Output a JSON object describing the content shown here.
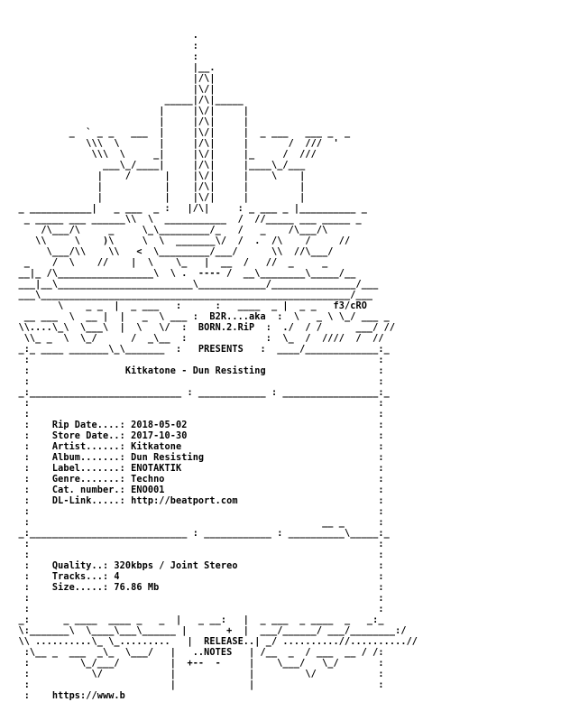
{
  "nfo": {
    "text_color": "#000000",
    "background_color": "#ffffff",
    "lines": [
      "                                 .",
      "                                 :",
      "                                 :",
      "                                 |__.",
      "                                 |/\\|",
      "                                 |\\/|",
      "                            _____|/\\|_____",
      "                           |     |\\/|     |",
      "                           |     |/\\|     |",
      "           _  ` _ _   ___  |     |\\/|     |  _ ___   ___ _  _",
      "              \\\\\\  \\       |     |/\\|     |       /  ///  '",
      "               \\\\\\  \\     _|     |\\/|     |_     /  ///",
      "                 ___\\_/____|     |/\\|     |____\\_/___",
      "                |    /      |    |\\/|     |    \\    |",
      "                |           |    |/\\|     |         |",
      "                |           |    |\\/|     |         |",
      "  _ ___________|   _ ___  _ :   |/\\|     : _ ___ _ |__________ _",
      "   _ _____ ___ ______\\\\  \\  ___________  /  //_____ ___ _____ _",
      "      /\\___/\\     _     \\_\\_________/_   /   _    /\\___/\\",
      "     \\\\     \\    )\\     \\  \\  _______\\/  /  .  /\\    /     //",
      "       \\___/\\\\    \\\\   <  \\_________/___/      \\\\  //\\___/",
      "   _    /  \\    //    |  \\    \\_   |  __  /   //  _     _",
      "  __|_ /\\_________________\\  \\ .  ---- /  __\\________\\_____/__",
      "  ___|__\\________________________\\____________/_______________/___",
      "  ___\\_______________________________________________________/___",
      "         \\    _ _  |  _ ___   :      :   ____  _ |  _ _   f3/cRO",
      "   __ ___  \\  __ |  |   _  \\ ___ :  B2R....aka  :  \\   _ \\ \\_/ ___ _",
      "  \\\\....\\_\\  \\___\\  |  \\   \\/  :  BORN.2.RiP  :  ./  / /      ___/ //",
      "   \\\\_ _  \\  \\_/      /  _\\__  :              :  \\_  /  ////  /  //",
      "  _:_ ____ _______\\_\\_______  :   PRESENTS   :  ____/_____________:_",
      "   :                                                              :",
      "   :                 Kitkatone - Dun Resisting                    :",
      "   :                                                              :",
      "  _:___________________________ : ____________ : _________________:_",
      "   :                                                              :",
      "   :                                                              :",
      "   :    Rip Date....: 2018-05-02                                  :",
      "   :    Store Date..: 2017-10-30                                  :",
      "   :    Artist......: Kitkatone                                   :",
      "   :    Album.......: Dun Resisting                               :",
      "   :    Label.......: ENOTAKTIK                                   :",
      "   :    Genre.......: Techno                                      :",
      "   :    Cat. number.: ENO001                                      :",
      "   :    DL-Link.....: http://beatport.com                         :",
      "   :                                                              :",
      "   :                                                    __ _      :",
      "  _:____________________________ : ____________ : __________\\_____:_",
      "   :                                                              :",
      "   :                                                              :",
      "   :    Quality..: 320kbps / Joint Stereo                         :",
      "   :    Tracks...: 4                                              :",
      "   :    Size.....: 76.86 Mb                                       :",
      "   :                                                              :",
      "   :                                                              :",
      "  _:      _ ____  ____ _   _  |   _ __:   |  _ ___  _ ____  _   _:_",
      "  \\:_______\\  \\____\\___\\______ |       +  |  ___/______/ ___/________:/",
      "  \\\\ ..........\\_ \\_.........   |  RELEASE..| _/ ..........//..........//",
      "   :\\__ _  ___  _\\_  \\___/   |   ..NOTES   | /__  _  / ___  __ / /:",
      "   :         \\_/___/         |  +--  -     |    \\___/   \\_/       :",
      "   :           \\/            |             |         \\/           :",
      "   :                         |             |                      :",
      "   :    https://www.b                                             "
    ]
  }
}
